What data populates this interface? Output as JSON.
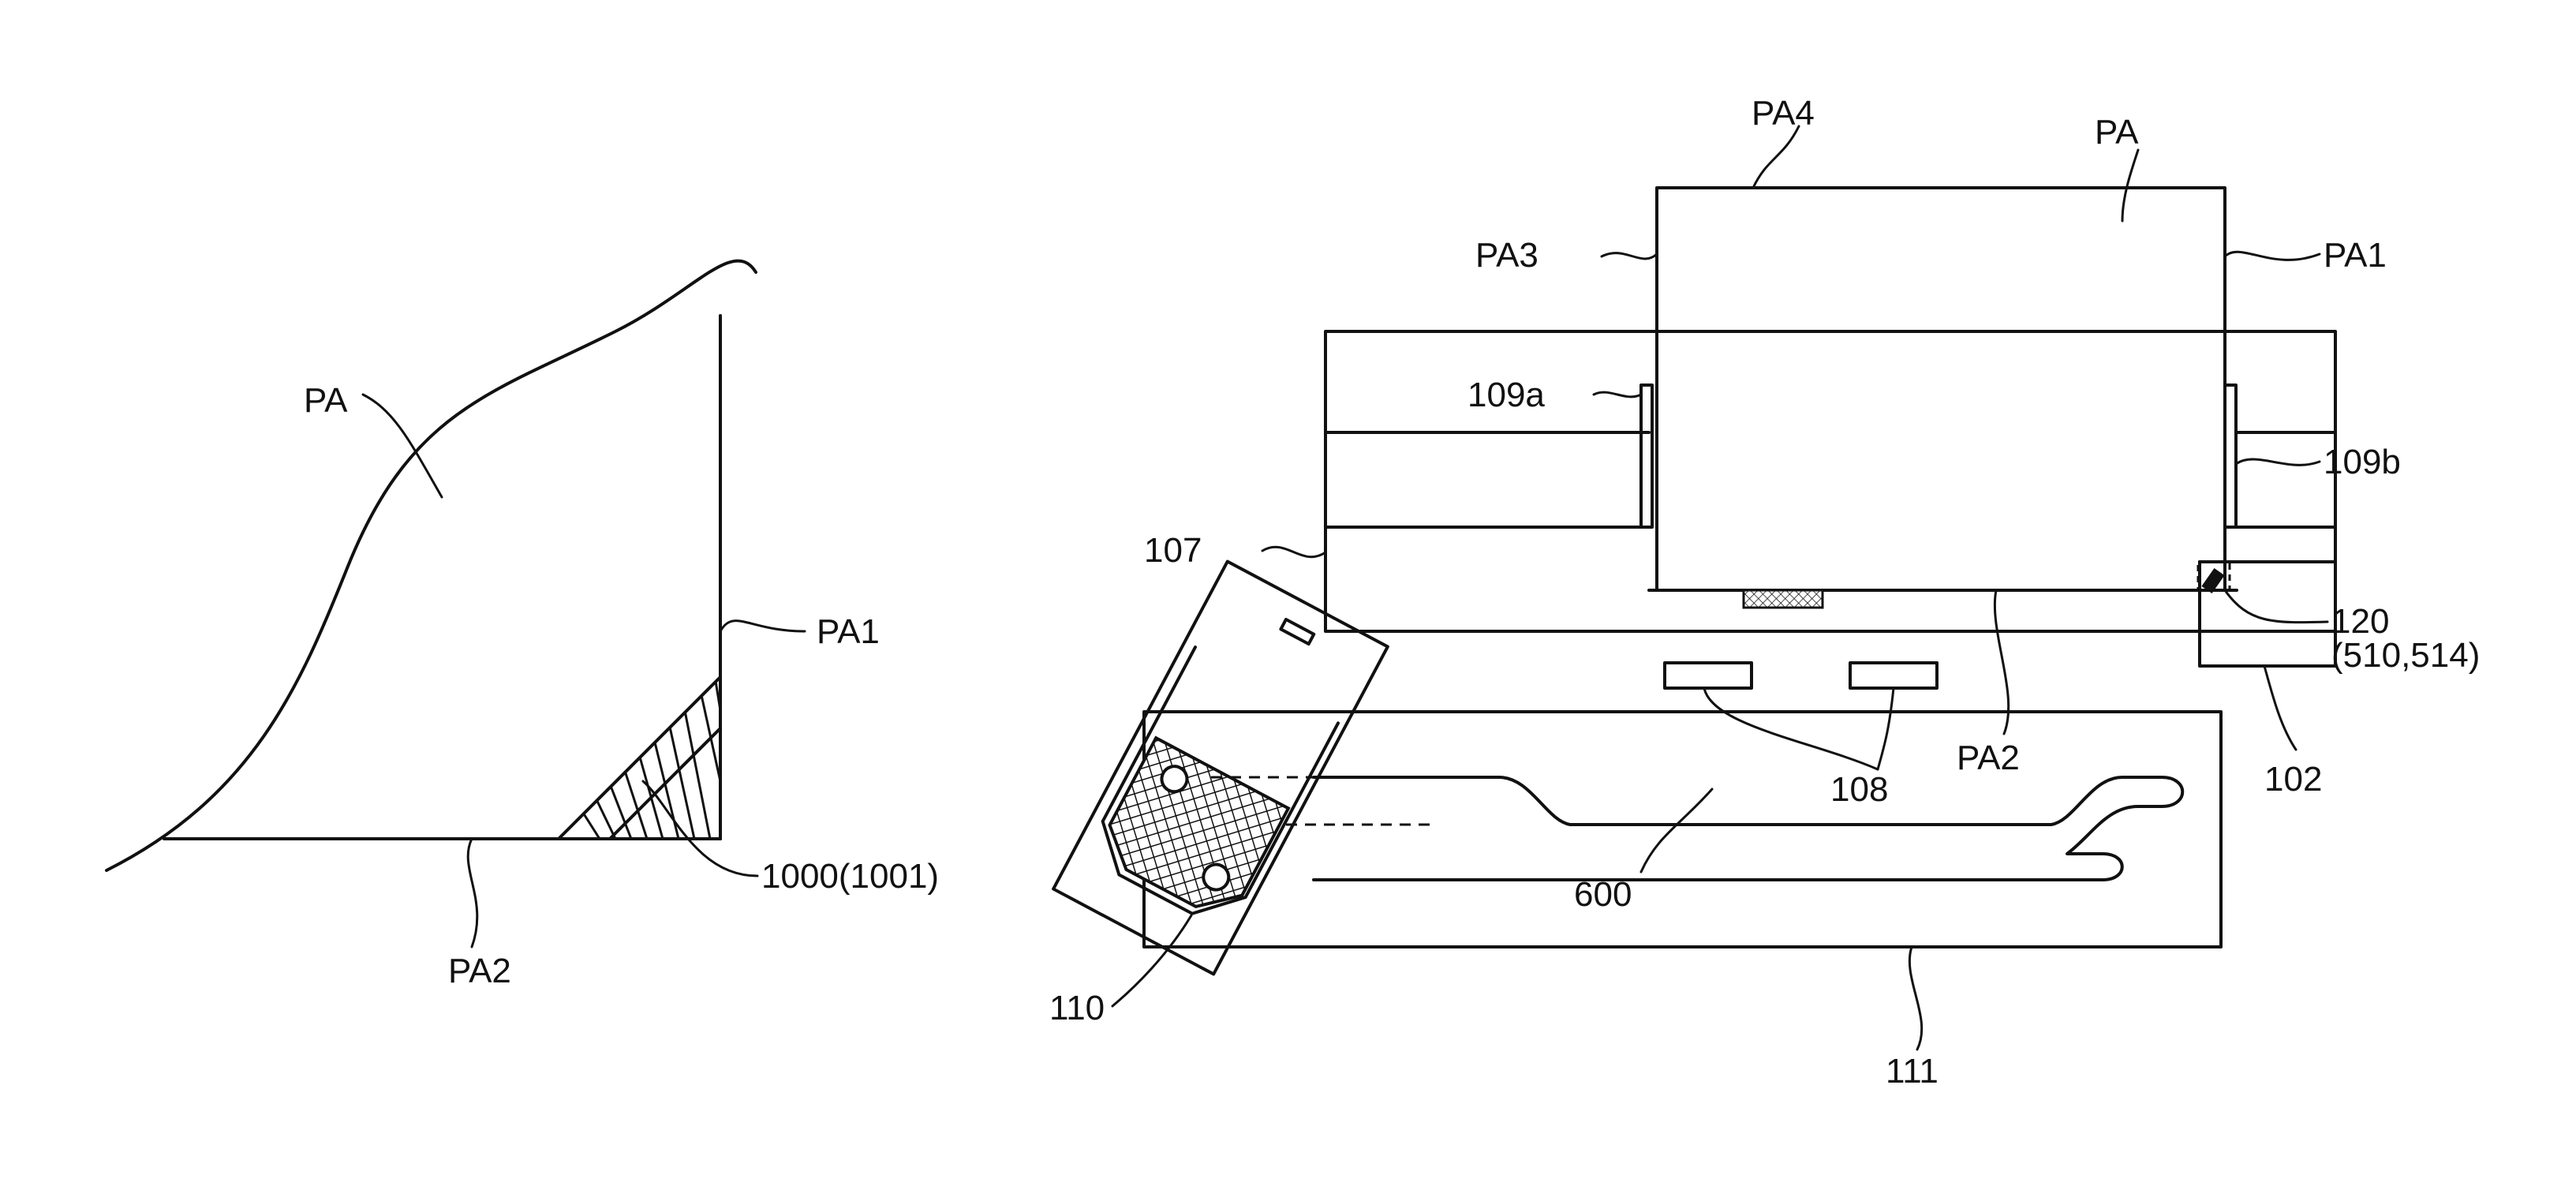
{
  "left_figure": {
    "labels": {
      "pa": "PA",
      "pa1": "PA1",
      "pa2": "PA2",
      "part_1000": "1000(1001)"
    }
  },
  "right_figure": {
    "labels": {
      "pa": "PA",
      "pa1": "PA1",
      "pa2": "PA2",
      "pa3": "PA3",
      "pa4": "PA4",
      "part_102": "102",
      "part_107": "107",
      "part_108": "108",
      "part_109a": "109a",
      "part_109b": "109b",
      "part_110": "110",
      "part_111": "111",
      "part_120": "120",
      "part_120_sub": "(510,514)",
      "part_600": "600"
    }
  }
}
